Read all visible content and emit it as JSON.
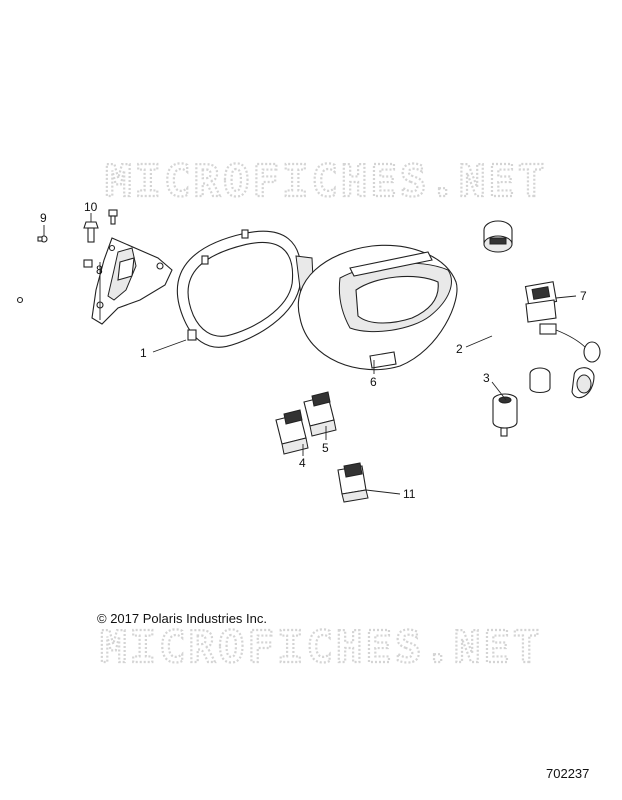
{
  "watermark": "MICROFICHES.NET",
  "copyright": "© 2017 Polaris Industries Inc.",
  "figure_number": "702237",
  "callouts": [
    "1",
    "2",
    "3",
    "4",
    "5",
    "6",
    "7",
    "8",
    "9",
    "10",
    "11"
  ]
}
